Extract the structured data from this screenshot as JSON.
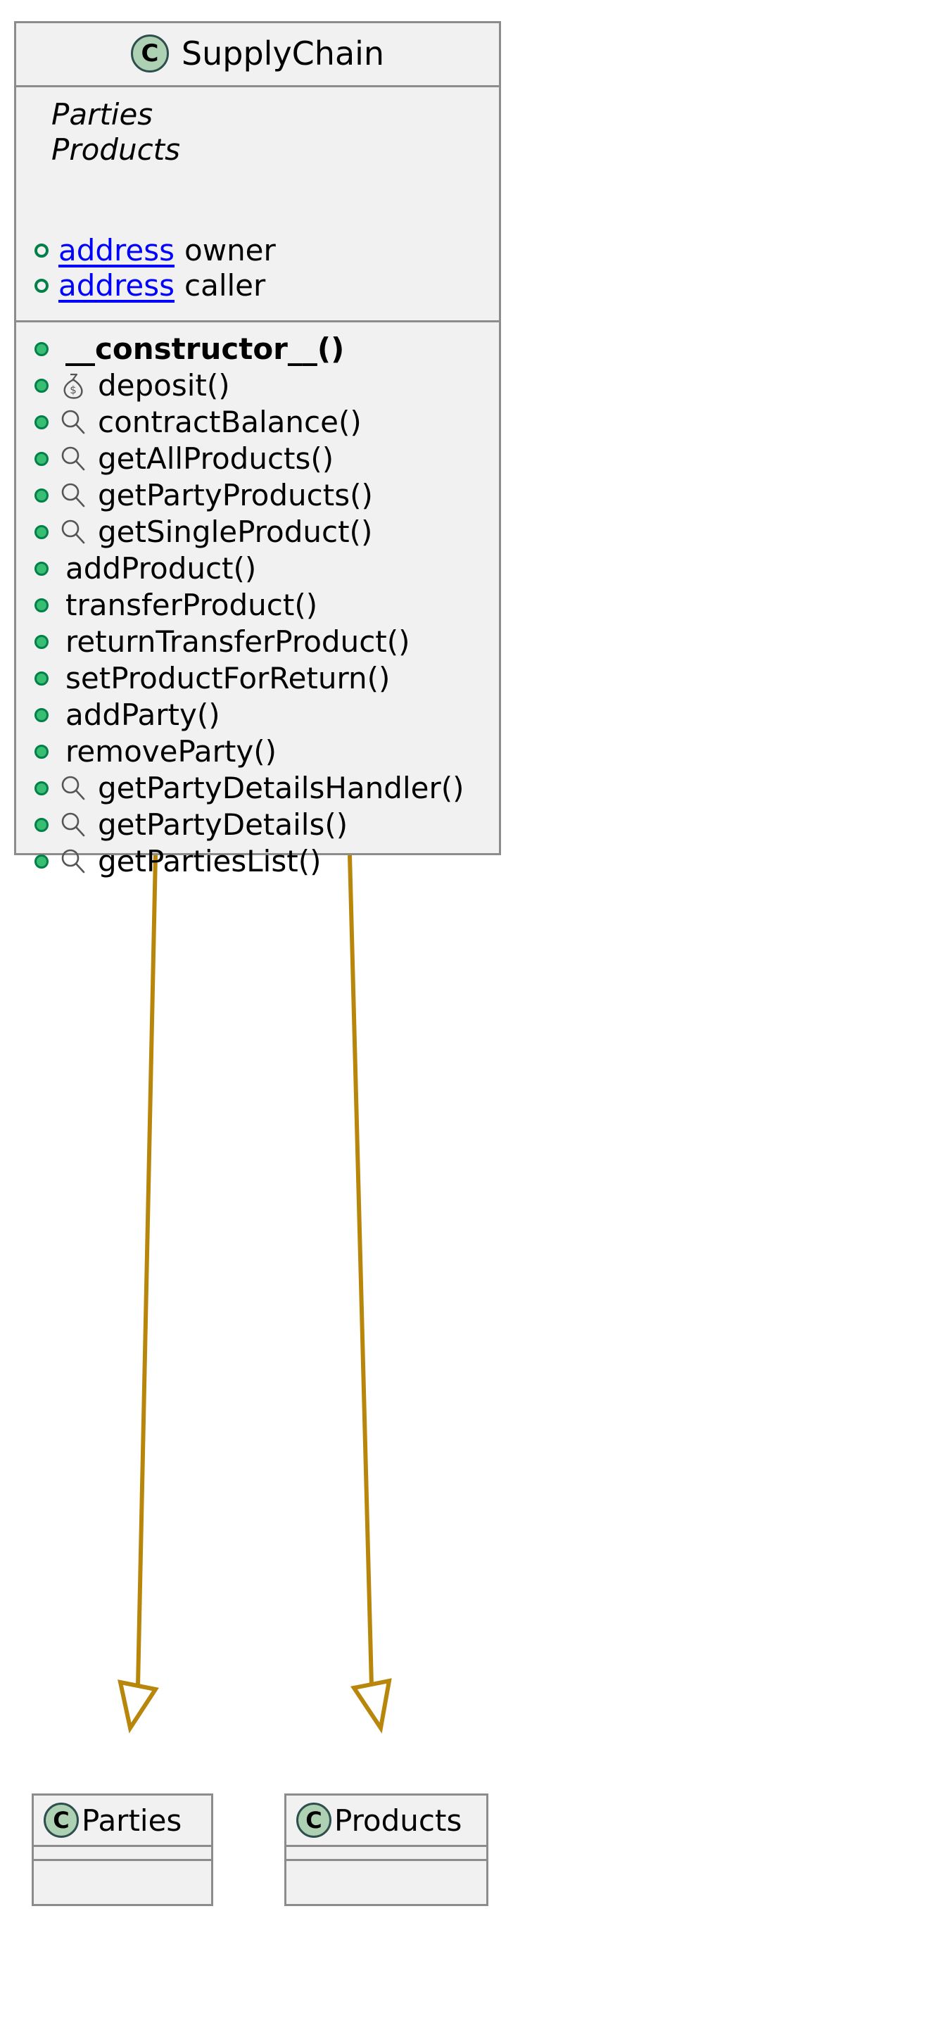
{
  "diagram": {
    "type": "uml-class-diagram",
    "background_color": "#FFFFFF",
    "box_fill": "#F1F1F1",
    "box_border": "#8C8C8C",
    "arrow_color": "#B8860B",
    "class_icon_fill": "#ADD1B2",
    "link_color": "#0000FF",
    "bullet_color": "#038048"
  },
  "main_class": {
    "icon": "class-icon-c",
    "icon_letter": "C",
    "name": "SupplyChain",
    "attributes": {
      "plain": [
        {
          "label": "Parties"
        },
        {
          "label": "Products"
        }
      ],
      "typed": [
        {
          "visibility": "package",
          "type": "address",
          "name": "owner"
        },
        {
          "visibility": "package",
          "type": "address",
          "name": "caller"
        }
      ]
    },
    "methods": [
      {
        "label": "__constructor__()",
        "icon": "none",
        "bold": true
      },
      {
        "label": "deposit()",
        "icon": "money-bag-icon",
        "bold": false
      },
      {
        "label": "contractBalance()",
        "icon": "magnifier-icon",
        "bold": false
      },
      {
        "label": "getAllProducts()",
        "icon": "magnifier-icon",
        "bold": false
      },
      {
        "label": "getPartyProducts()",
        "icon": "magnifier-icon",
        "bold": false
      },
      {
        "label": "getSingleProduct()",
        "icon": "magnifier-icon",
        "bold": false
      },
      {
        "label": "addProduct()",
        "icon": "none",
        "bold": false
      },
      {
        "label": "transferProduct()",
        "icon": "none",
        "bold": false
      },
      {
        "label": "returnTransferProduct()",
        "icon": "none",
        "bold": false
      },
      {
        "label": "setProductForReturn()",
        "icon": "none",
        "bold": false
      },
      {
        "label": "addParty()",
        "icon": "none",
        "bold": false
      },
      {
        "label": "removeParty()",
        "icon": "none",
        "bold": false
      },
      {
        "label": "getPartyDetailsHandler()",
        "icon": "magnifier-icon",
        "bold": false
      },
      {
        "label": "getPartyDetails()",
        "icon": "magnifier-icon",
        "bold": false
      },
      {
        "label": "getPartiesList()",
        "icon": "magnifier-icon",
        "bold": false
      }
    ]
  },
  "child_classes": [
    {
      "icon_letter": "C",
      "name": "Parties"
    },
    {
      "icon_letter": "C",
      "name": "Products"
    }
  ],
  "relationships": [
    {
      "from": "SupplyChain",
      "to": "Parties",
      "kind": "generalization"
    },
    {
      "from": "SupplyChain",
      "to": "Products",
      "kind": "generalization"
    }
  ]
}
